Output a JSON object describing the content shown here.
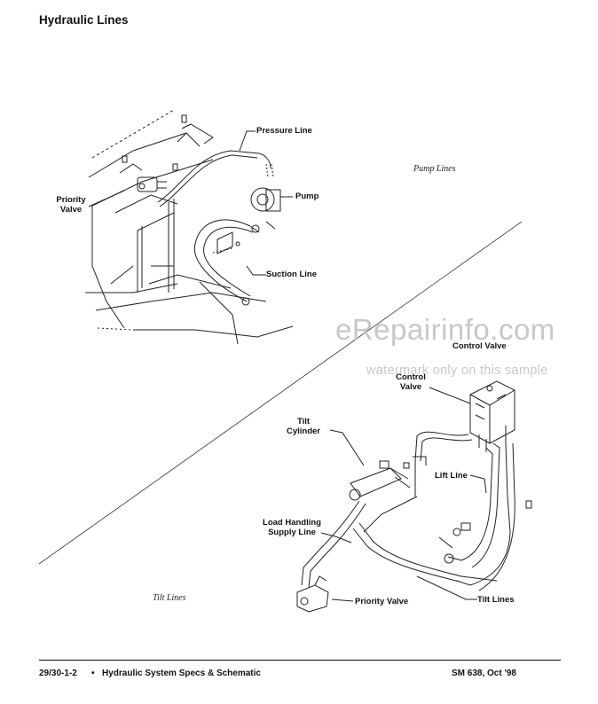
{
  "header": {
    "title": "Hydraulic Lines"
  },
  "captions": {
    "pump": "Pump Lines",
    "tilt": "Tilt Lines"
  },
  "labels": {
    "pressure_line": "Pressure Line",
    "pump": "Pump",
    "priority_valve_top_1": "Priority",
    "priority_valve_top_2": "Valve",
    "suction_line": "Suction Line",
    "control_valve_upper": "Control Valve",
    "control_valve_lower_1": "Control",
    "control_valve_lower_2": "Valve",
    "tilt_cylinder_1": "Tilt",
    "tilt_cylinder_2": "Cylinder",
    "lift_line": "Lift Line",
    "load_handling_1": "Load Handling",
    "load_handling_2": "Supply Line",
    "priority_valve_bottom": "Priority Valve",
    "tilt_lines": "Tilt Lines"
  },
  "watermark": {
    "main": "eRepairinfo.com",
    "sub": "watermark only on this sample"
  },
  "footer": {
    "left": "29/30-1-2",
    "separator": "•",
    "middle": "Hydraulic System Specs & Schematic",
    "right": "SM 638, Oct '98"
  }
}
